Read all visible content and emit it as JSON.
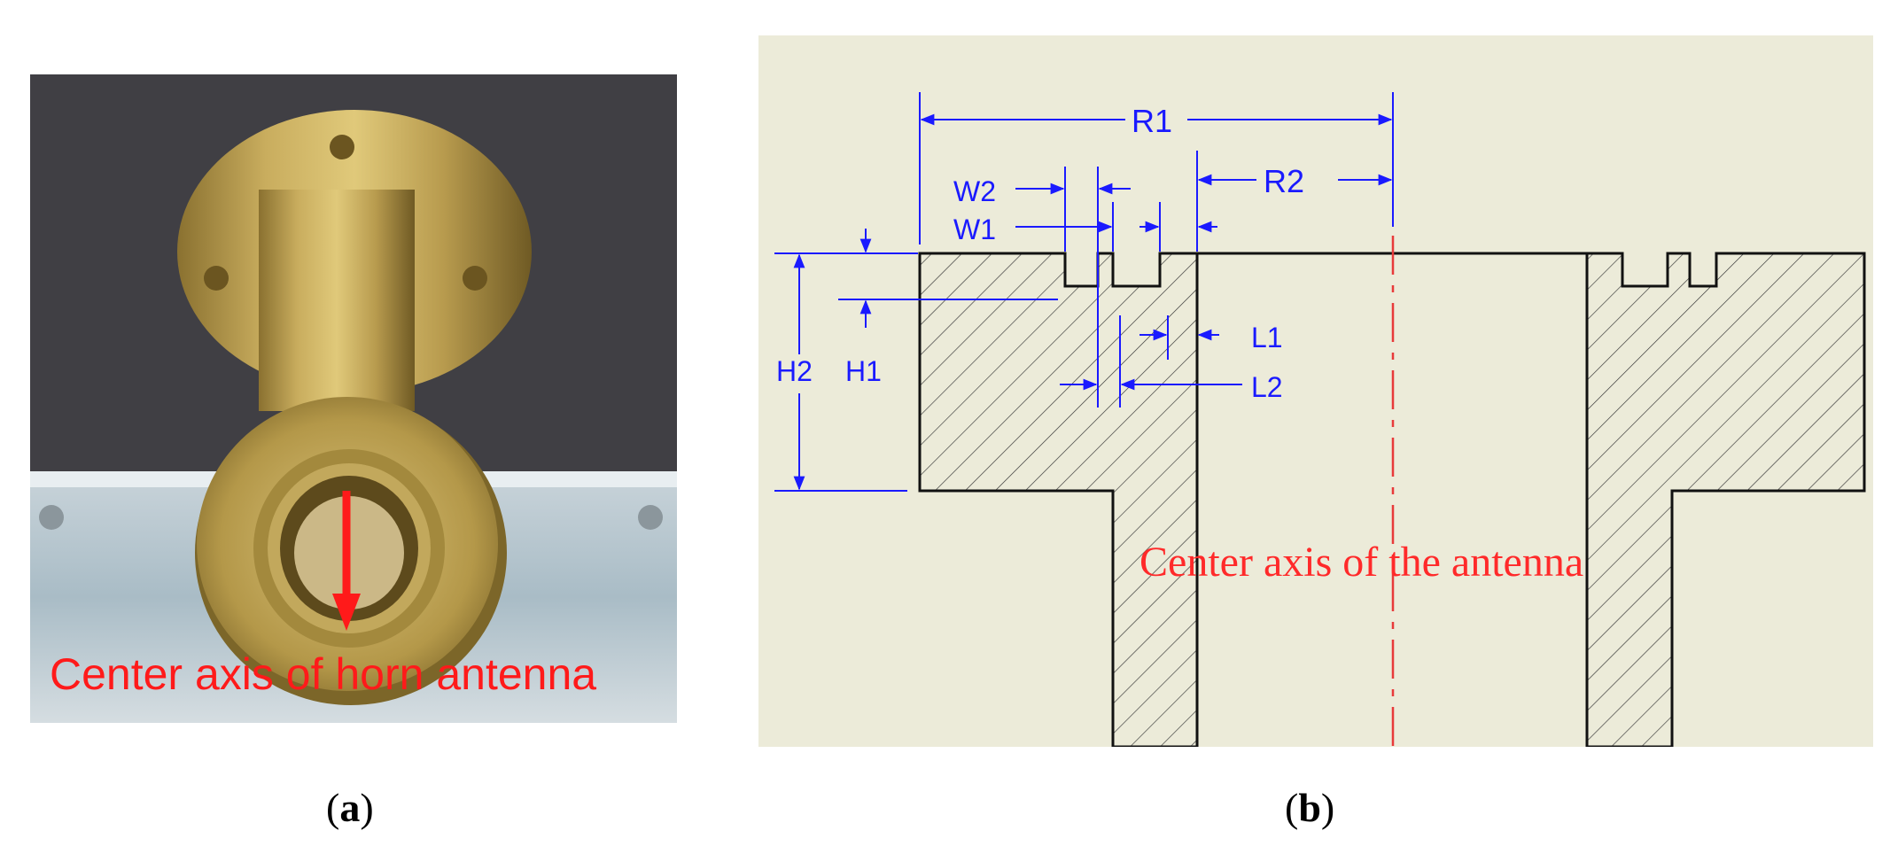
{
  "panel_a": {
    "annotation": "Center axis of horn antenna",
    "caption_open": "(",
    "caption_letter": "a",
    "caption_close": ")",
    "annotation_color": "#ff1a1a",
    "icon": "red-down-arrow"
  },
  "panel_b": {
    "labels": {
      "R1": "R1",
      "R2": "R2",
      "W1": "W1",
      "W2": "W2",
      "H1": "H1",
      "H2": "H2",
      "L1": "L1",
      "L2": "L2"
    },
    "center_axis_label": "Center axis of the antenna",
    "caption_open": "(",
    "caption_letter": "b",
    "caption_close": ")",
    "dimension_color": "#1a1aff",
    "axis_color": "#e83a3a",
    "background_color": "#ecebd9"
  }
}
